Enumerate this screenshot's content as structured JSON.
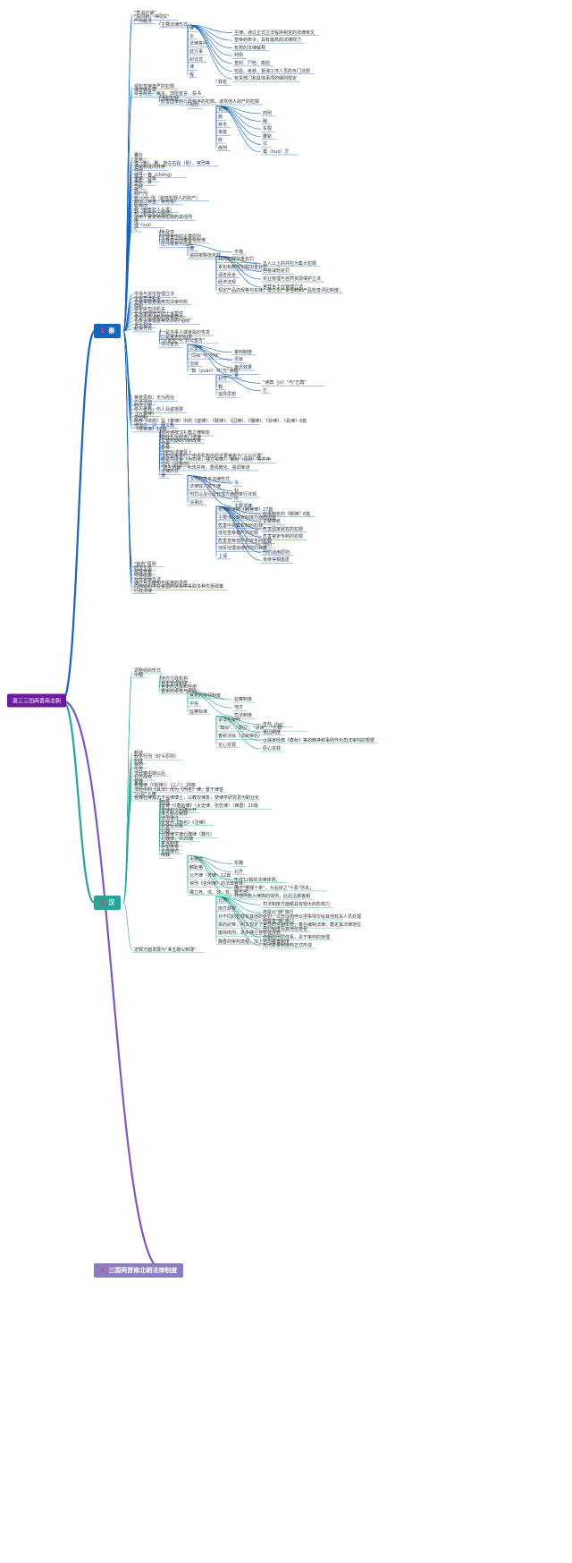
{
  "root": "第三三国两晋南北朝",
  "colors": {
    "root_bg": "#6a1b9a",
    "branch1_line": "#1565c0",
    "branch2_line": "#26a69a",
    "branch3_line": "#7e57c2",
    "cat1_bg": "#1565c0",
    "cat2_bg": "#26a69a",
    "cat3_bg": "#8e7cc3",
    "cat_num": "#ff3b3b",
    "node_text": "#333333"
  },
  "categories": [
    {
      "num": "1",
      "label": "秦"
    },
    {
      "num": "2",
      "label": "汉"
    },
    {
      "num": "3",
      "label": "三国两晋南北朝法律制度"
    }
  ],
  "nodes": [
    "\"焚书坑儒\"",
    "\"车同轨，书同文\"",
    "严刑峻法",
    "主要法律形式",
    "律",
    "主律。通过正式立法程序制定的法律条文",
    "令",
    "皇帝的命令，具有最高的法律效力",
    "法律答问",
    "有权的法律解释",
    "廷行事",
    "判例",
    "封诊式",
    "查封、尸检、勘验",
    "课",
    "检验、考核、督课工作人员的专门法规",
    "程",
    "有关部门和具体事项的细则规定",
    "罪名",
    "侵犯皇帝尊严的犯罪",
    "谋逆谋反罪",
    "以言乱名、妄言、非所宜言、投书",
    "渎职犯罪",
    "妨害国家的行政秩序的犯罪，凌驾他人财产的犯罪",
    "刑罚",
    "死刑",
    "肉刑",
    "戮",
    "磔",
    "弃市",
    "车裂",
    "枭首",
    "腰斩",
    "绞",
    "坑",
    "族刑",
    "镬（huò）烹",
    "囊扑",
    "定杀",
    "墨（黥）、劓、斩左右趾（刖）、宫刑等",
    "通常和徒刑并用",
    "作刑",
    "城旦、舂（chōng）",
    "鬼薪、白粲",
    "隶臣、妾",
    "司寇",
    "候",
    "财产刑",
    "赀（zī）刑（剥夺犯罪人的财产）",
    "赎刑（赎金、赎劳役）",
    "耻辱刑",
    "髡（剃去犯人头发）",
    "耐（剃去犯人胡须）",
    "适用于官吏特殊犯罪的其他刑",
    "废",
    "谇（suì）",
    "迁",
    "免及夺",
    "定罪量刑的主要原则",
    "以身高为刑事责任标准",
    "区分故意与过失",
    "端",
    "不端",
    "盗窃按赃值定罪",
    "共同犯罪加重处罚",
    "五人以上的共犯为集大犯罪",
    "累犯和教唆犯罪加重处罚",
    "自首减轻处罚",
    "诬告反坐",
    "农业管理与自然资源保护立法",
    "经济法规",
    "官营手工业管理立法",
    "规定产品的规格与标准；建立生产责任制和产品检查评比制度；",
    "市场与货币管理立法",
    "中央司法机关",
    "皇帝掌握着最高司法审判权",
    "廷尉",
    "是中央司法机关",
    "负责审理地方的上诉案件",
    "奉诏不能决断的疑难案件",
    "也负责审理皇帝交办的\"诏狱\"",
    "诉讼程序",
    "起诉方式",
    "一是当事人或亲属的告发",
    "二是官吏的纠举",
    "\"公室告\"与\"非公室告\"",
    "非公室告",
    "公室告",
    "审判制度",
    "\"同狱\"与\"治狱\"",
    "讯狱",
    "治狱",
    "审讯效果",
    "\"鞫（yuān）书\"与\"读鞫\"",
    "爰",
    "封守",
    "\"读鞫（jū）\"与\"乞鞫\"",
    "鞫",
    "乞",
    "指导思想",
    "黄老思想，无为而治",
    "立法活动",
    "约法三章",
    "杀人者死，伤人及盗抵罪",
    "《九章律》",
    "萧何制",
    "除参《法经》及《秦律》中的《盗律》、《贼律》、《囚律》、《捕律》、《杂律》、《具律》6篇",
    "增加户、兴、厩三篇",
    "《傍章律》18篇",
    "叔孙通按汉礼教之律制定",
    "朝廷礼仪的专门法律",
    "文景时期的刑制改革",
    "文帝",
    "景帝",
    "汉初以法律至上",
    "汉初以来奉行，中央机构内的主要官吏为\"三公九卿\"",
    "都是司法官（为司法，独立实体）、蔽狱（讼狱）等并存",
    "汉代（武帝前）",
    "\"德主刑辅\"，礼法并用，重视教化、强调孝道",
    "法律形式",
    "律",
    "汉代的基本法律形式",
    "令",
    "法律效力高于律",
    "科",
    "刑罚以及行政管理方面的单行法规",
    "比",
    "决事比",
    "主要法律",
    "张汤制定的《越宫律》27篇",
    "赵禹制定的《朝律》6篇",
    "主要涉及朝贺制度方面的内容",
    "主要罪名",
    "危害中央集权制的犯罪",
    "危害国家政权的犯罪",
    "侵犯皇帝尊严的犯罪",
    "危害官吏专制的犯罪",
    "危害皇帝尊严和安全的犯罪",
    "刑罚",
    "违反伦理道德的刑罚种类",
    "刑罚适用原则",
    "上请",
    "亲亲得相首匿",
    "\"恤刑\"原则",
    "经济立法",
    "盐铁专卖",
    "均输政策",
    "对外贸易立法",
    "通过互市缓和与民族的矛盾",
    "同西域和中亚各国的贸易中采取多种优惠政策",
    "行政法律",
    "调整组织形式",
    "中朝",
    "地方行政机构",
    "官吏管理制度",
    "官吏的选拔和任用",
    "官吏的考核与奖励",
    "官吏的俸禄制度",
    "监察制度",
    "中央",
    "地方",
    "监察标准",
    "司法制度",
    "诉讼与审判",
    "告劾（hé）",
    "\"鞫狱\"、\"录囚\"、\"讲读\"、\"乞鞫\"",
    "录囚制度",
    "春秋决狱（汉武帝后）",
    "以儒家经典《春秋》等的精神和事例作为司法审判的根据",
    "论心定罪",
    "原心定罪",
    "断狱",
    "秋冬行刑（时令原则）",
    "制度",
    "目的",
    "优势",
    "汉武帝中期以后",
    "北方政权",
    "曹魏",
    "曹魏律（《新律》）（三八）18篇",
    "法经中的《具法》改为《刑名》律，置于律首",
    "\"八议\"入律",
    "曹魏在律篇之下设律博士，以教授律条，使律学研究更为职业化",
    "西晋",
    "晋律（《泰始律》（太史律，张杜律）（西晋）20篇",
    "将律和令明确分开",
    "准五服以制罪",
    "增加律注",
    "张斐作《刑名》《注律》",
    "张斐杜预释",
    "北魏",
    "北魏律文律北魏律（魏元）",
    "北魏律，共20篇",
    "官当制度",
    "存留养亲",
    "东西魏式",
    "西魏",
    "大统式",
    "东魏",
    "麟趾格",
    "北齐",
    "北齐律（齐律）12篇",
    "形成12篇的法律体例；",
    "将刑《名例律》的法典首目；",
    "确立\"重罪十条\"，为后世之\"十恶\"所本；",
    "确立死、流、徒、杖、鞭五刑；",
    "开创刑名入律典的体例，此后沿袭各朝",
    "北周",
    "司法制度方面都具有较大的影响力",
    "南方政权",
    "南梁北\"朝\"施行",
    "对不同的犯罪有其他的处罚，三日以内可以把事情交给其他有关人员处理",
    "南陈直\"朝\"施门",
    "梁的武帝，明文规定了官员的任期年限，其在编制法律，奠定其法律地位",
    "刑罚制度及其地位变化",
    "废除肉刑，逐步确立笞杖徒流死",
    "南朝的刑罚体系，关于审判的管理",
    "魏晋的审判流程，加上死刑覆奏制度",
    "死刑复奏制度的正式形成",
    "定罪方面发展为\"准五服以制罪\""
  ]
}
